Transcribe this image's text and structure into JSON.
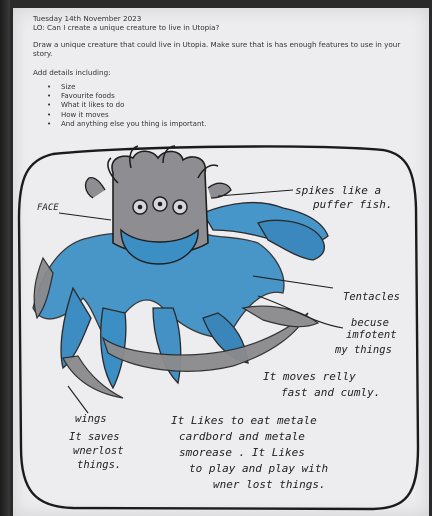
{
  "worksheet": {
    "date": "Tuesday 14th November 2023",
    "lo": "LO: Can I create a unique creature to live in Utopia?",
    "instruction": "Draw a unique creature that could live in Utopia. Make sure that is has enough features to use in your story.",
    "add_details": "Add details including:",
    "bullets": [
      "Size",
      "Favourite foods",
      "What it likes to do",
      "How it moves",
      "And anything else you thing is important."
    ]
  },
  "annotations": {
    "face": "FACE",
    "spikes_1": "spikes like a",
    "spikes_2": "puffer fish.",
    "tentacles": "Tentacles",
    "becuse_1": "becuse",
    "becuse_2": "imfotent",
    "becuse_3": "my things",
    "moves_1": "It moves relly",
    "moves_2": "fast and cumly.",
    "wings": "wings",
    "saves_1": "It saves",
    "saves_2": "wnerlost",
    "saves_3": "things.",
    "eats_1": "It Likes to eat metale",
    "eats_2": "cardbord and metale",
    "eats_3": "smorease . It Likes",
    "eats_4": "to play and play with",
    "eats_5": "wner lost things."
  },
  "colors": {
    "paper": "#ededf0",
    "crayon_blue": "#3b8fc4",
    "crayon_grey": "#8b8b8e",
    "ink": "#1f1f1f"
  }
}
